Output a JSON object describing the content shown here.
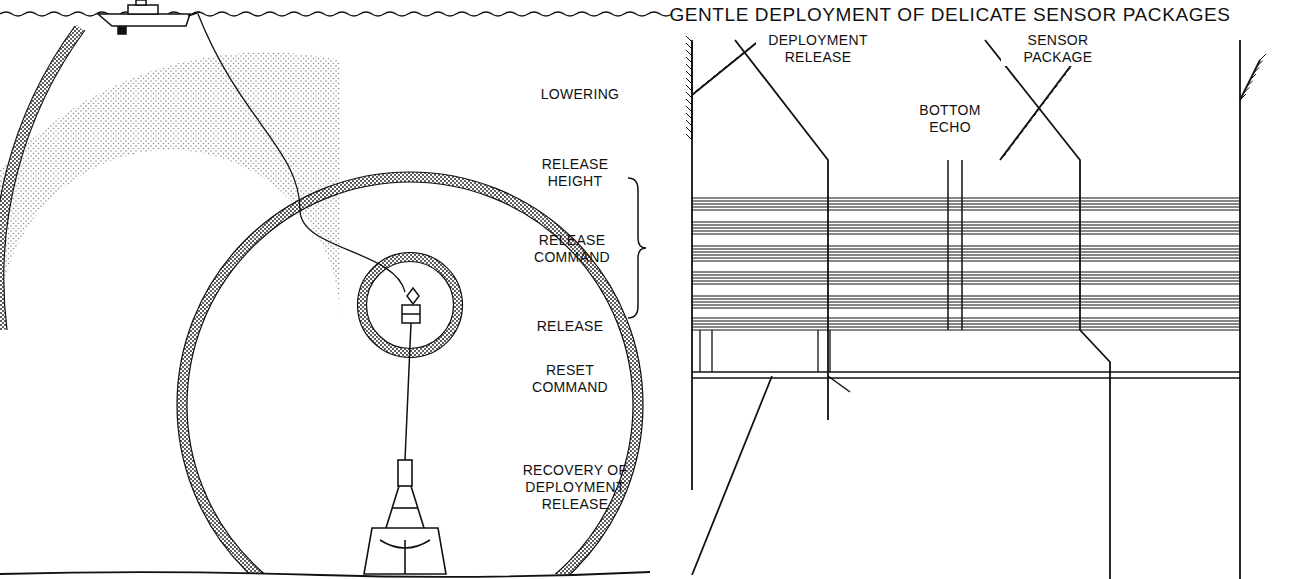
{
  "diagram": {
    "title": "GENTLE DEPLOYMENT OF DELICATE SENSOR PACKAGES",
    "labels": [
      "LOWERING",
      "RELEASE HEIGHT",
      "RELEASE COMMAND",
      "RELEASE",
      "RESET COMMAND",
      "RECOVERY OF DEPLOYMENT RELEASE",
      "DEPLOYMENT RELEASE",
      "SENSOR PACKAGE",
      "BOTTOM ECHO"
    ]
  }
}
